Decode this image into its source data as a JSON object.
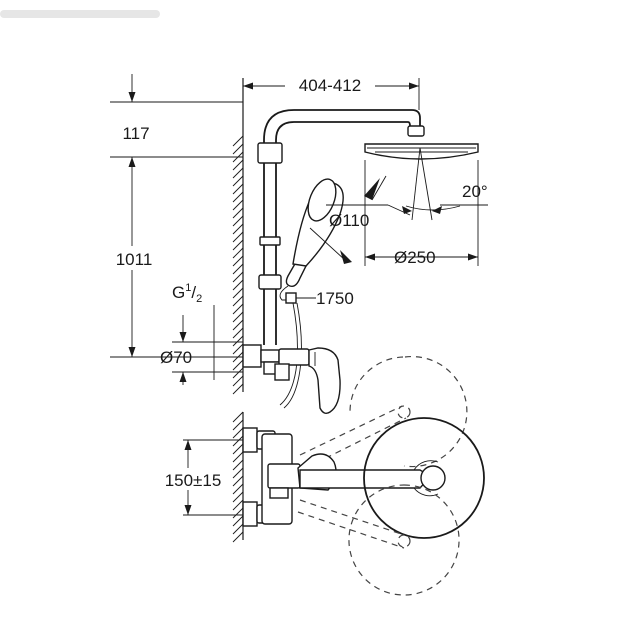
{
  "dimensions": {
    "width_range": "404-412",
    "top_height": "117",
    "rail_height": "1011",
    "handshower_diameter": "Ø110",
    "head_diameter": "Ø250",
    "tilt_angle": "20°",
    "hose_length": "1750",
    "thread_base": "G",
    "thread_num": "1",
    "thread_den": "2",
    "connection_diameter": "Ø70",
    "center_distance": "150±15"
  }
}
